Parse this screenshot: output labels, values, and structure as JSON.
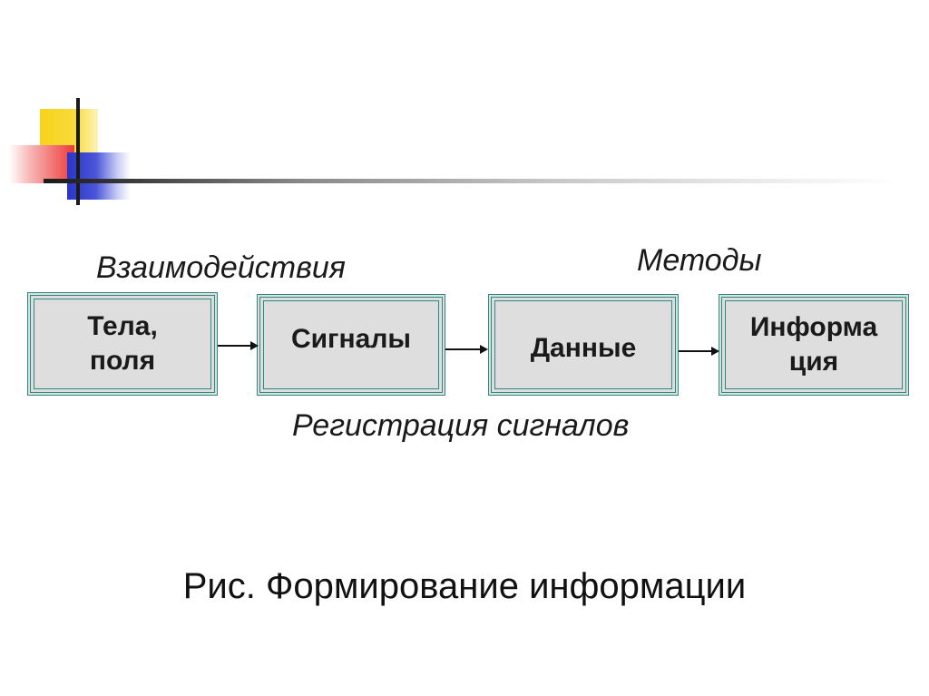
{
  "labels": {
    "interactions": "Взаимодействия",
    "methods": "Методы",
    "registration": "Регистрация сигналов"
  },
  "boxes": [
    {
      "line1": "Тела,",
      "line2": "поля"
    },
    {
      "line1": "Сигналы",
      "line2": ""
    },
    {
      "line1": "Данные",
      "line2": ""
    },
    {
      "line1": "Информа",
      "line2": "ция"
    }
  ],
  "caption": "Рис. Формирование информации",
  "colors": {
    "box_border": "#2a8a82",
    "box_fill": "#dedede",
    "accent_yellow": "#f7d31a",
    "accent_red": "#ee3a3a",
    "accent_blue": "#2a35c8"
  }
}
